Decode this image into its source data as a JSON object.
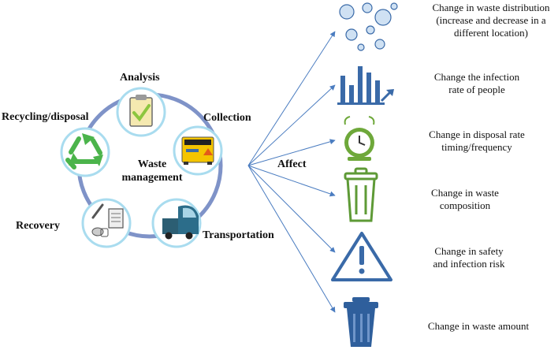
{
  "cycle": {
    "center_line1": "Waste",
    "center_line2": "management",
    "stages": {
      "analysis": "Analysis",
      "collection": "Collection",
      "transportation": "Transportation",
      "recovery": "Recovery",
      "recycling": "Recycling/disposal"
    },
    "connector_label": "Affect"
  },
  "effects": [
    {
      "icon": "virus-icon",
      "lines": [
        "Change in waste distribution",
        "(increase and decrease in a",
        "different location)"
      ]
    },
    {
      "icon": "bar-chart-icon",
      "lines": [
        "Change the infection",
        "rate of people"
      ]
    },
    {
      "icon": "alarm-clock-icon",
      "lines": [
        "Change in disposal rate",
        "timing/frequency"
      ]
    },
    {
      "icon": "trash-bin-icon",
      "lines": [
        "Change in waste",
        "composition"
      ]
    },
    {
      "icon": "warning-triangle-icon",
      "lines": [
        "Change in safety",
        "and infection risk"
      ]
    },
    {
      "icon": "dustbin-icon",
      "lines": [
        "Change in waste amount"
      ]
    }
  ],
  "colors": {
    "icon_blue": "#3a6aa8",
    "ring_blue": "#7f93c8",
    "circle_border": "#a9dcef",
    "recycle_green": "#4bb44b",
    "clock_green": "#6ea83a",
    "collect_yellow": "#f4c400"
  }
}
